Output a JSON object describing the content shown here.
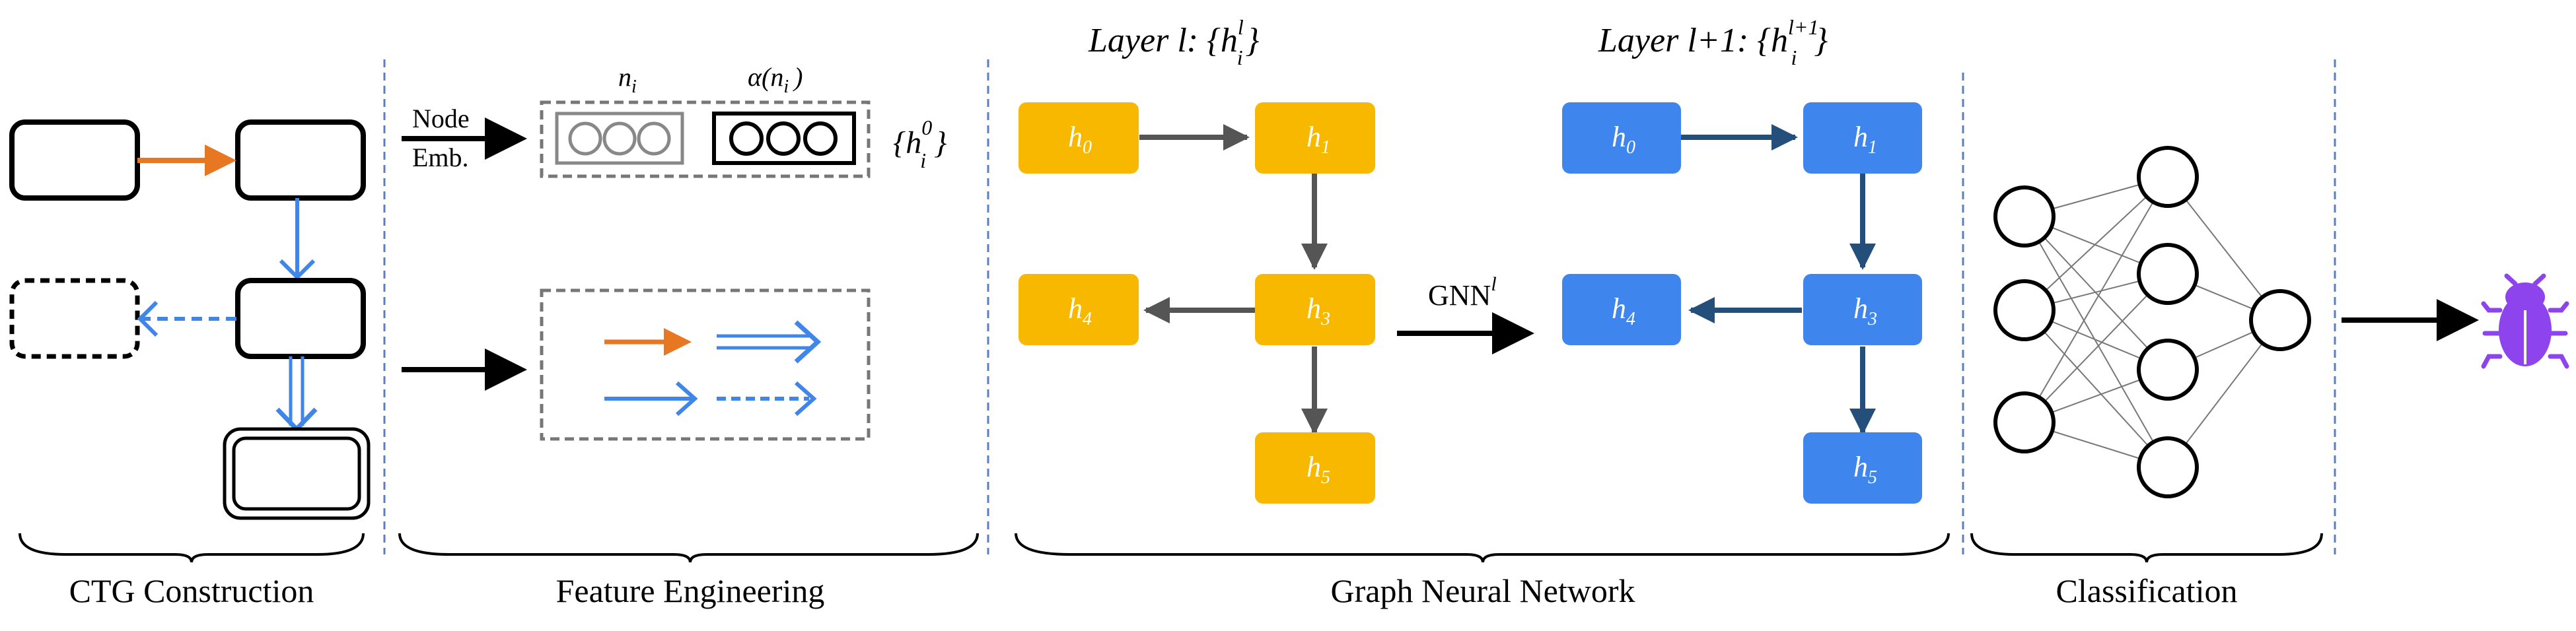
{
  "sections": {
    "ctg": "CTG Construction",
    "feature": "Feature Engineering",
    "gnn": "Graph Neural Network",
    "classification": "Classification"
  },
  "feature": {
    "embed_line1": "Node",
    "embed_line2": "Emb.",
    "n_i": "n",
    "n_sub": "i",
    "alpha": "α(n",
    "alpha_sub": "i",
    "alpha_close": ")",
    "h0_open": "{h",
    "h0_sup": "0",
    "h0_sub": "i",
    "h0_close": "}"
  },
  "gnn": {
    "layer_l_prefix": "Layer l:  {h",
    "layer_l_sup": "l",
    "layer_l_sub": "i",
    "layer_l_close": "}",
    "layer_l1_prefix": "Layer l+1:  {h",
    "layer_l1_sup": "l+1",
    "layer_l1_sub": "i",
    "layer_l1_close": "}",
    "gnn_op": "GNN",
    "gnn_op_sup": "l",
    "nodes": [
      {
        "h": "h",
        "sub": "0"
      },
      {
        "h": "h",
        "sub": "1"
      },
      {
        "h": "h",
        "sub": "3"
      },
      {
        "h": "h",
        "sub": "4"
      },
      {
        "h": "h",
        "sub": "5"
      }
    ]
  },
  "colors": {
    "orange": "#e87722",
    "blue_arrow": "#3f86e8",
    "yellow_node": "#f9b800",
    "blue_node": "#3e85ee",
    "dark_blue": "#234f7a",
    "gray": "#555555",
    "bug": "#8e44ec"
  },
  "icons": [
    "bug-icon"
  ]
}
